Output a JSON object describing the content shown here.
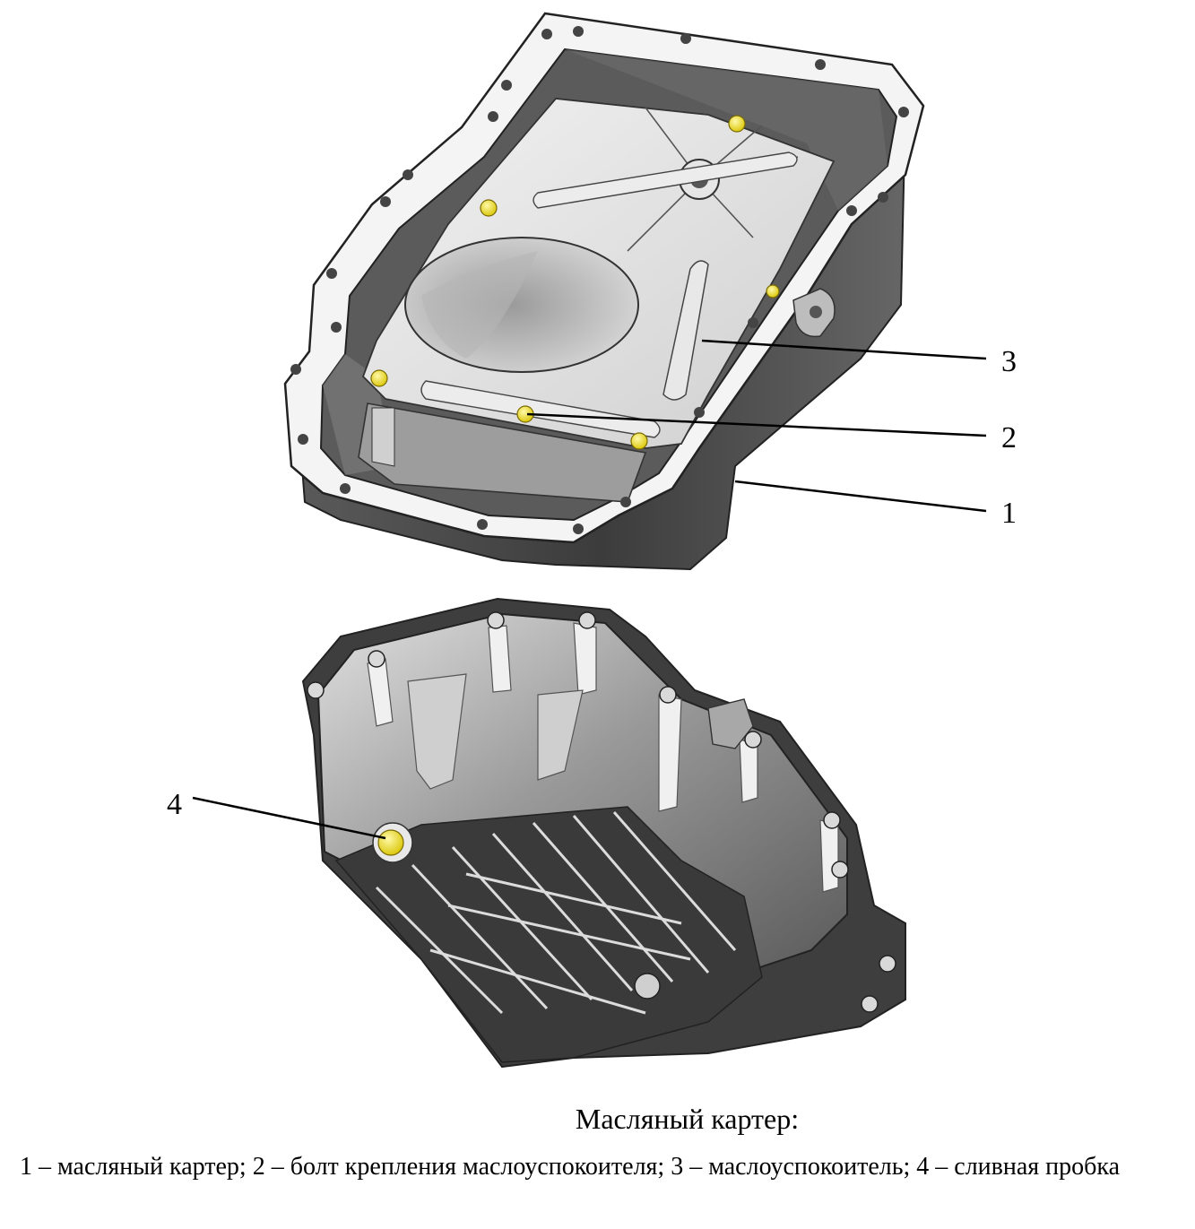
{
  "figure": {
    "callouts": [
      {
        "id": "callout-3",
        "label": "3"
      },
      {
        "id": "callout-2",
        "label": "2"
      },
      {
        "id": "callout-1",
        "label": "1"
      },
      {
        "id": "callout-4",
        "label": "4"
      }
    ]
  },
  "caption": {
    "title": "Масляный картер:",
    "legend": "1 – масляный картер; 2 – болт крепления маслоуспокоителя; 3 – маслоуспокоитель; 4 – сливная пробка"
  },
  "colors": {
    "metal_dark": "#4a4a4a",
    "metal_mid": "#8c8c8c",
    "metal_light": "#d9d9d9",
    "bolt_yellow": "#f2e21c"
  }
}
